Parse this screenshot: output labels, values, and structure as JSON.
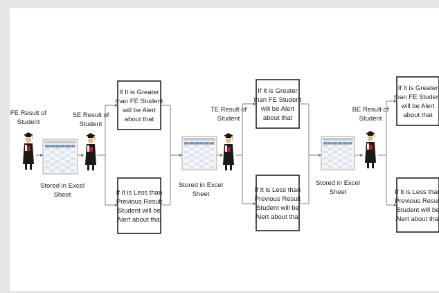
{
  "students": [
    {
      "label": [
        "FE Result of",
        "Student"
      ]
    },
    {
      "label": [
        "SE Result of",
        "Student"
      ]
    },
    {
      "label": [
        "TE Result of",
        "Student"
      ]
    },
    {
      "label": [
        "BE Result of",
        "Student"
      ]
    }
  ],
  "sheets": [
    {
      "label": [
        "Stored in Excel",
        "Sheet"
      ]
    },
    {
      "label": [
        "Stored in Excel",
        "Sheet"
      ]
    },
    {
      "label": [
        "Stored in Excel",
        "Sheet"
      ]
    }
  ],
  "boxes": [
    {
      "lines": [
        "If It is Greater",
        "than FE Student",
        "will be Alert",
        "about that"
      ]
    },
    {
      "lines": [
        "If It is Less than",
        "Previous  Result",
        "Student  will be",
        "Alert about that"
      ]
    },
    {
      "lines": [
        "If It is Greater",
        "than FE Student",
        "will be Alert",
        "about that"
      ]
    },
    {
      "lines": [
        "If It is Less than",
        "Previous  Result",
        "Student  will be",
        "Alert about that"
      ]
    },
    {
      "lines": [
        "If It is Greater",
        "than FE Student",
        "will be Alert",
        "about that"
      ]
    },
    {
      "lines": [
        "If It is Less than",
        "Previous  Result",
        "Student  will be",
        "Alert about that"
      ]
    }
  ],
  "icons": {
    "student": "graduate-student-icon",
    "sheet": "excel-sheet-icon"
  },
  "colors": {
    "gown": "#1a1a1a",
    "sheet_header": "#7a95b8",
    "box_border": "#222222",
    "connector": "#777777"
  }
}
